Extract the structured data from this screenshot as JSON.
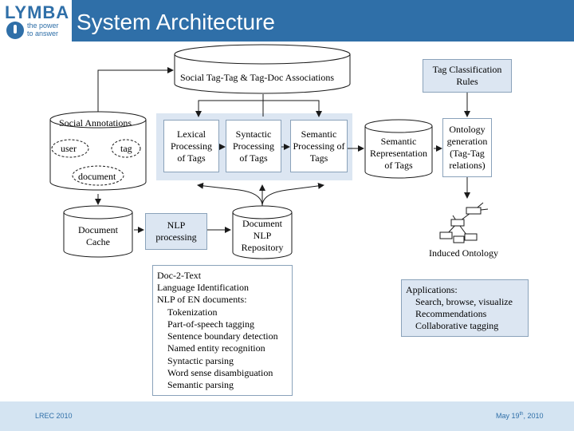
{
  "header": {
    "title": "System Architecture",
    "logo_text": "LYMBA",
    "logo_tagline_1": "the power",
    "logo_tagline_2": "to answer"
  },
  "footer": {
    "left": "LREC 2010",
    "right_main": "May 19",
    "right_sup": "th",
    "right_year": ", 2010"
  },
  "diagram": {
    "associations_db": "Social Tag-Tag & Tag-Doc Associations",
    "tag_rules": "Tag Classification Rules",
    "social_annotations": {
      "title": "Social Annotations",
      "user": "user",
      "tag": "tag",
      "document": "document"
    },
    "lexical": "Lexical Processing of Tags",
    "syntactic": "Syntactic Processing of Tags",
    "semantic": "Semantic Processing of Tags",
    "semantic_rep": "Semantic Representation of Tags",
    "ontology_gen": "Ontology generation (Tag-Tag relations)",
    "document_cache": "Document Cache",
    "nlp_processing": "NLP processing",
    "nlp_repository": "Document NLP Repository",
    "induced_ontology": "Induced Ontology",
    "nlp_steps": [
      "Doc-2-Text",
      "Language Identification",
      "NLP of EN documents:",
      "Tokenization",
      "Part-of-speech tagging",
      "Sentence boundary detection",
      "Named entity recognition",
      "Syntactic parsing",
      "Word sense disambiguation",
      "Semantic parsing"
    ],
    "applications": {
      "title": "Applications:",
      "items": [
        "Search, browse, visualize",
        "Recommendations",
        "Collaborative tagging"
      ]
    }
  }
}
